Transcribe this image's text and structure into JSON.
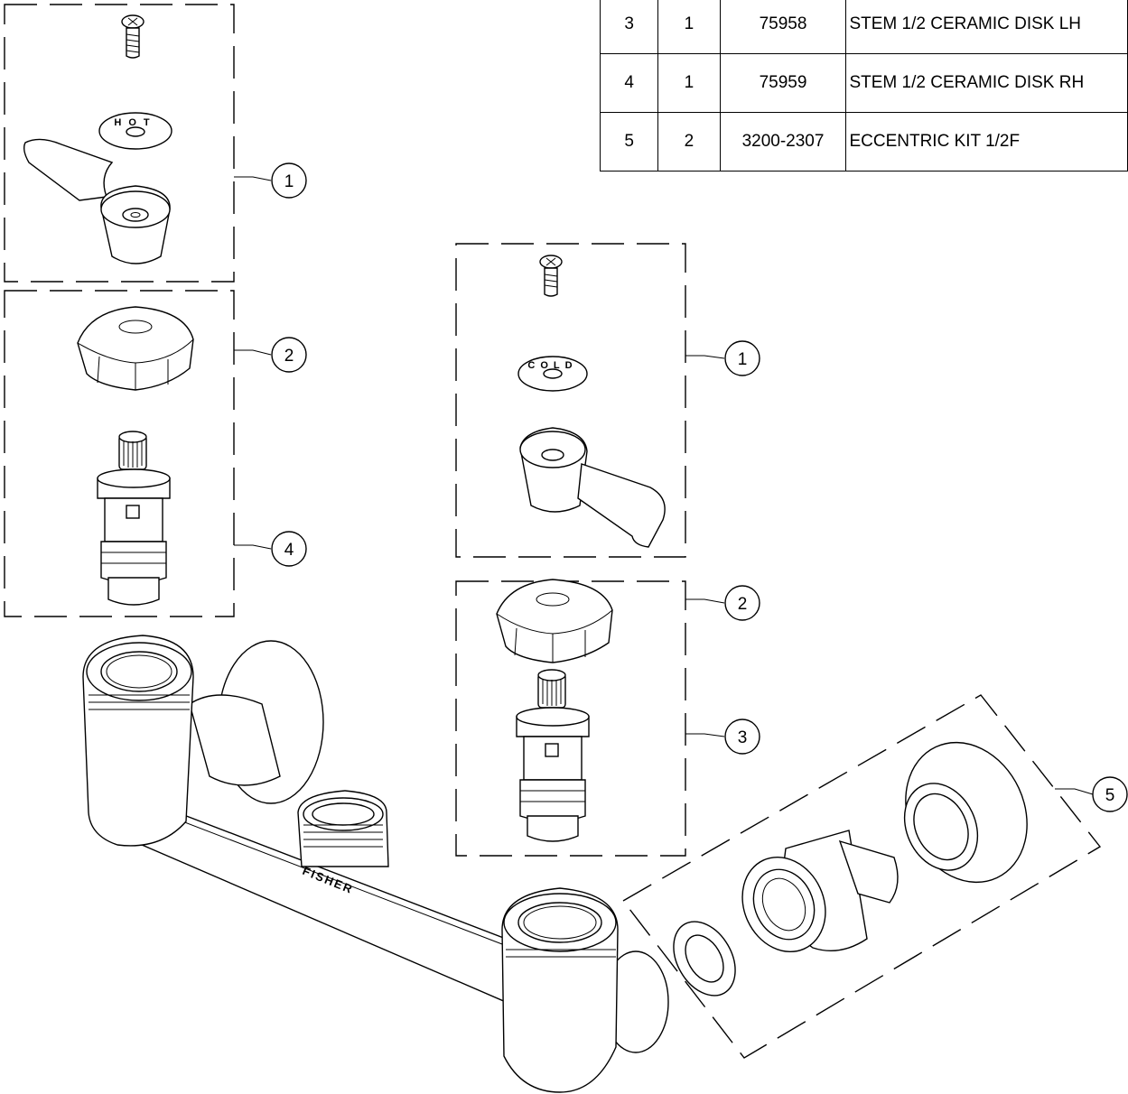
{
  "parts_table": {
    "rows": [
      {
        "item": "3",
        "qty": "1",
        "part_no": "75958",
        "description": "STEM 1/2 CERAMIC DISK LH"
      },
      {
        "item": "4",
        "qty": "1",
        "part_no": "75959",
        "description": "STEM 1/2 CERAMIC DISK RH"
      },
      {
        "item": "5",
        "qty": "2",
        "part_no": "3200-2307",
        "description": "ECCENTRIC KIT 1/2F"
      }
    ]
  },
  "callouts": {
    "left_handle": "1",
    "left_bonnet": "2",
    "left_stem": "4",
    "right_handle": "1",
    "right_bonnet": "2",
    "right_stem": "3",
    "eccentric_kit": "5"
  },
  "index_labels": {
    "hot": "HOT",
    "cold": "COLD"
  },
  "brand": "FISHER"
}
